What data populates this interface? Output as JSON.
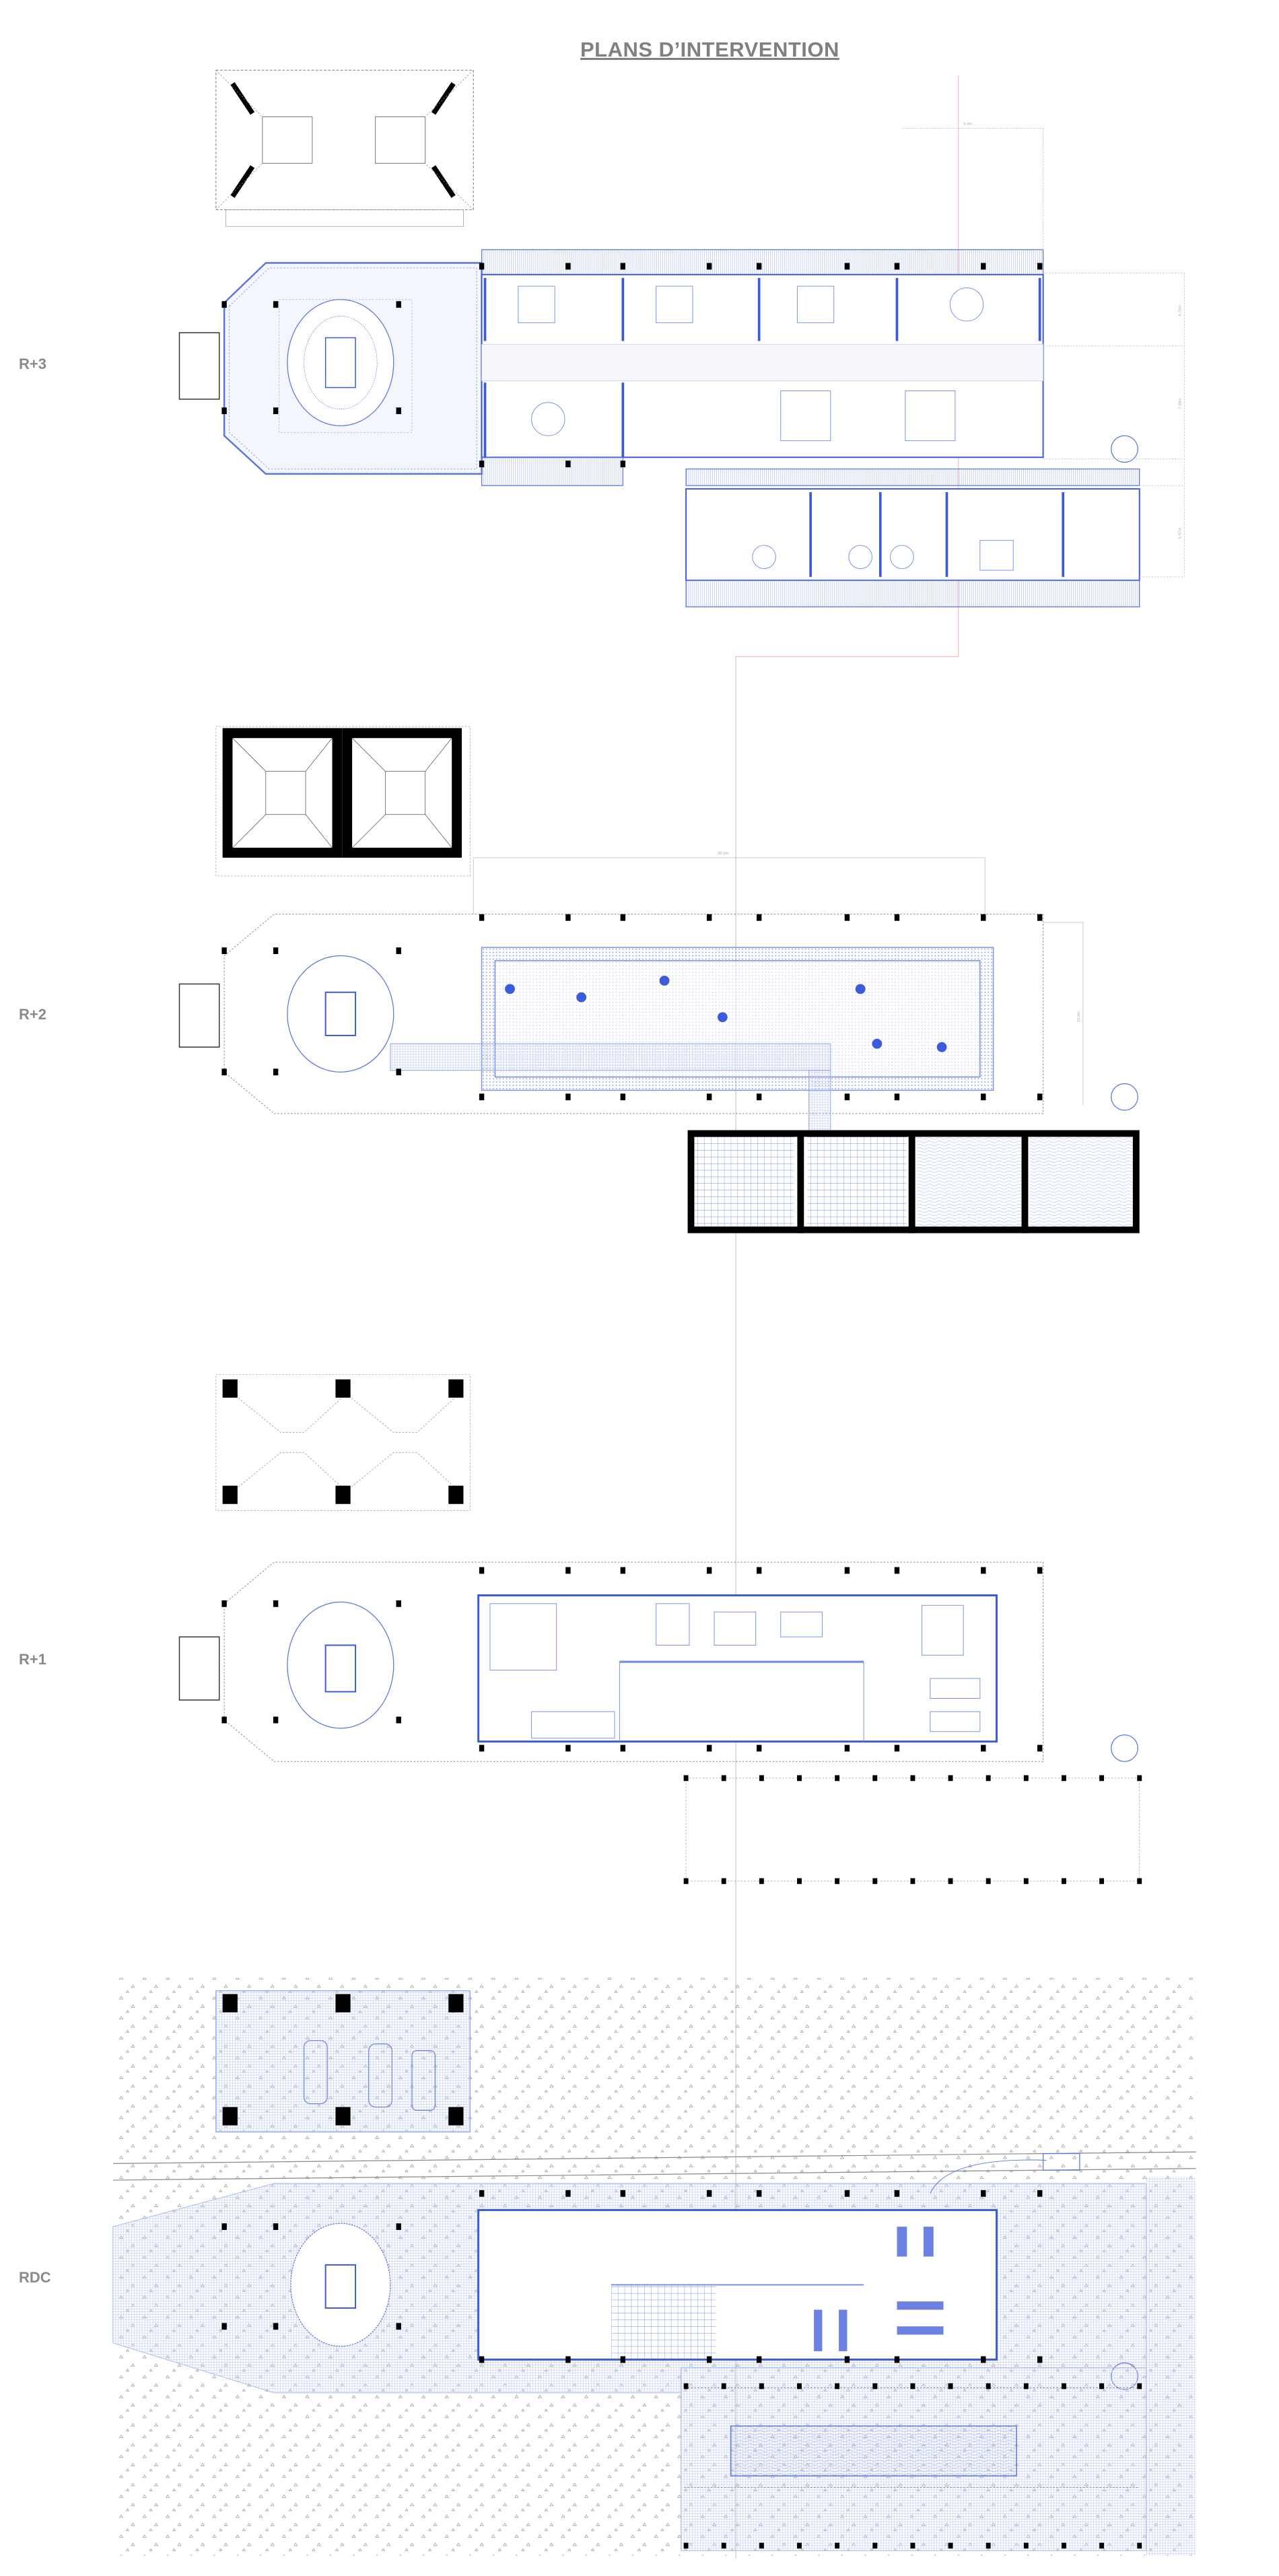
{
  "title": "PLANS D’INTERVENTION",
  "levels": {
    "r3": "R+3",
    "r2": "R+2",
    "r1": "R+1",
    "rdc": "RDC"
  },
  "dimensions": {
    "r3_width": "9.4m",
    "r3_depth_a": "4.75m",
    "r3_depth_b": "7.38m",
    "r3_depth_c": "5.97m",
    "r2_length": "33.0m",
    "r2_depth": "10.0m"
  },
  "colors": {
    "plan_blue": "#3b5bdb",
    "light_blue": "#c5d0f2",
    "column": "#000000",
    "label_grey": "#808080",
    "axis_red": "#f08a8a"
  }
}
